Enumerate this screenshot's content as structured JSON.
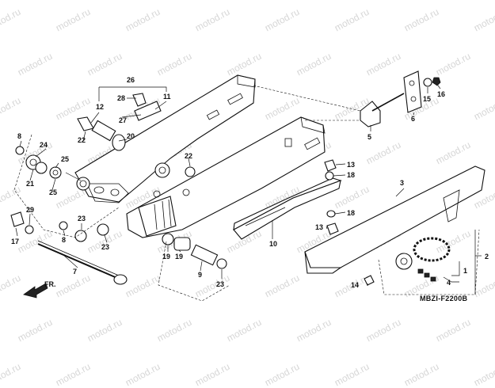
{
  "watermark": "motod.ru",
  "diagram_code": "MBZI-F2200B",
  "direction_label": "FR.",
  "callouts": [
    "1",
    "2",
    "3",
    "4",
    "5",
    "6",
    "7",
    "8",
    "8",
    "9",
    "10",
    "11",
    "12",
    "13",
    "13",
    "14",
    "15",
    "16",
    "17",
    "18",
    "18",
    "19",
    "19",
    "20",
    "21",
    "22",
    "22",
    "23",
    "23",
    "23",
    "24",
    "25",
    "25",
    "26",
    "27",
    "28",
    "29"
  ]
}
